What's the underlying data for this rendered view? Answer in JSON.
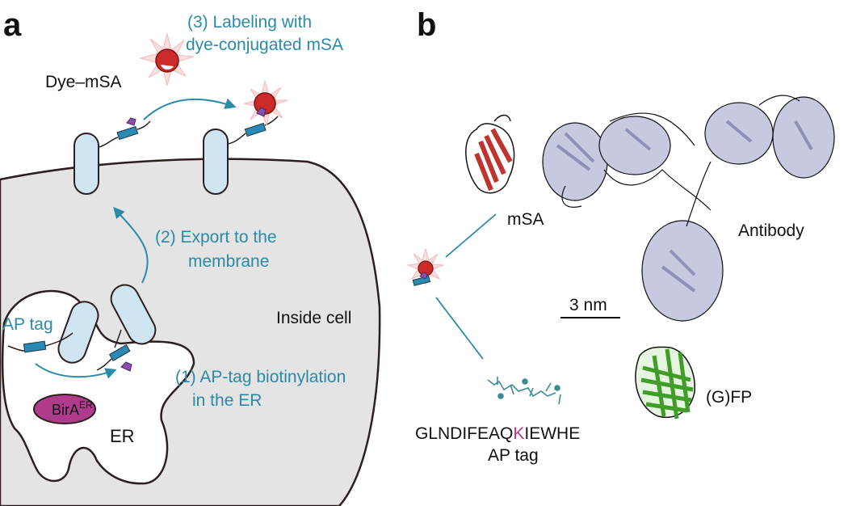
{
  "panel_a": {
    "label": "a",
    "step3_line1": "(3) Labeling with",
    "step3_line2": "dye-conjugated mSA",
    "dye_msa": "Dye–mSA",
    "step2_line1": "(2) Export to the",
    "step2_line2": "membrane",
    "inside_cell": "Inside cell",
    "ap_tag": "AP tag",
    "step1_line1": "(1) AP-tag biotinylation",
    "step1_line2": "in the ER",
    "bira_base": "BirA",
    "bira_sup": "ER",
    "er": "ER"
  },
  "panel_b": {
    "label": "b",
    "msa": "mSA",
    "antibody": "Antibody",
    "scale": "3 nm",
    "gfp": "(G)FP",
    "seq_pre": "GLNDIFEAQ",
    "seq_k": "K",
    "seq_post": "IEWHE",
    "ap_tag": "AP tag"
  },
  "colors": {
    "accent": "#2a8aa8",
    "dye": "#cc2a2a",
    "membrane_fill": "#e3e4e3",
    "protein": "#cfe6f2",
    "tag": "#2a8ab3",
    "biotin": "#8a4fb0",
    "bira": "#b03a8c",
    "mSA_ribbon": "#c0342f",
    "gfp_ribbon": "#3f9d28",
    "antibody_ribbon": "#b9bdd8",
    "lysine": "#b03a8c"
  }
}
